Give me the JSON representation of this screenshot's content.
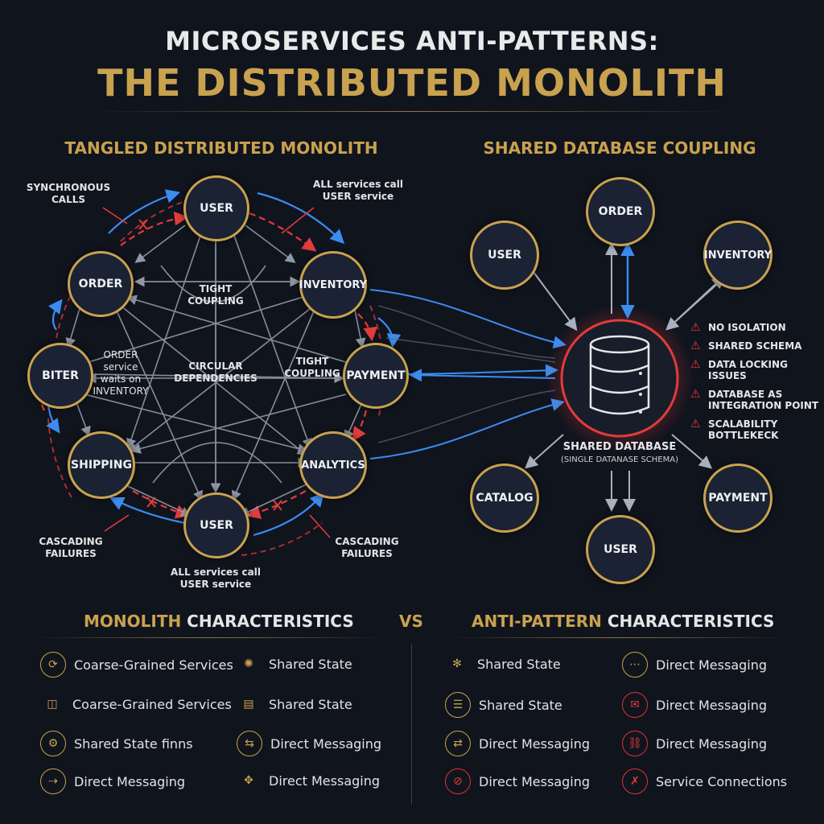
{
  "header": {
    "title_line1": "MICROSERVICES ANTI-PATTERNS:",
    "title_line2": "THE DISTRIBUTED MONOLITH"
  },
  "left_diagram": {
    "title": "TANGLED DISTRIBUTED MONOLITH",
    "nodes": {
      "user_top": "USER",
      "order": "ORDER",
      "inventory": "INVENTORY",
      "biter": "BITER",
      "payment": "PAYMENT",
      "shipping": "SHIPPING",
      "analytics": "ANALYTICS",
      "user_bottom": "USER"
    },
    "annotations": {
      "sync_calls": "SYNCHRONOUS\nCALLS",
      "all_call_top_a": "ALL services call",
      "all_call_top_b": "USER service",
      "tight_coupling_center": "TIGHT\nCOUPLING",
      "order_waits": "ORDER\nservice\nwaits on\nINVENTORY",
      "circular": "CIRCULAR\nDEPENDENCIES",
      "tight_coupling_right": "TIGHT\nCOUPLING",
      "cascading_left": "CASCADING\nFAILURES",
      "cascading_right": "CASCADING\nFAILURES",
      "all_call_bottom_a": "ALL services call",
      "all_call_bottom_b": "USER service"
    }
  },
  "right_diagram": {
    "title": "SHARED DATABASE COUPLING",
    "nodes": {
      "order": "ORDER",
      "user": "USER",
      "inventory": "INVENTORY",
      "catalog": "CATALOG",
      "payment": "PAYMENT",
      "user_bottom": "USER"
    },
    "db_label": "SHARED DATABASE",
    "db_sub": "(SINGLE DATANASE SCHEMA)",
    "warnings": [
      "NO ISOLATION",
      "SHARED SCHEMA",
      "DATA LOCKING\nISSUES",
      "DATABASE AS\nINTEGRATION POINT",
      "SCALABILITY\nBOTTLEKECK"
    ]
  },
  "bottom": {
    "left_head_gold": "MONOLITH",
    "left_head_light": " CHARACTERISTICS",
    "vs": "VS",
    "right_head_gold": "ANTI-PATTERN",
    "right_head_light": " CHARACTERISTICS",
    "left_items": [
      {
        "label": "Coarse-Grained Services",
        "icon": "gear-cycle-icon"
      },
      {
        "label": "Shared State",
        "icon": "network-hub-icon"
      },
      {
        "label": "Coarse-Grained Services",
        "icon": "hierarchy-icon"
      },
      {
        "label": "Shared State",
        "icon": "documents-icon"
      },
      {
        "label": "Shared State finns",
        "icon": "gear-icon"
      },
      {
        "label": "Direct Messaging",
        "icon": "exchange-icon"
      },
      {
        "label": "Direct Messaging",
        "icon": "arrows-in-icon"
      },
      {
        "label": "Direct Messaging",
        "icon": "move-icon"
      }
    ],
    "right_items": [
      {
        "label": "Shared State",
        "icon": "network-icon"
      },
      {
        "label": "Direct Messaging",
        "icon": "chat-icon"
      },
      {
        "label": "Shared State",
        "icon": "database-icon"
      },
      {
        "label": "Direct Messaging",
        "icon": "blocked-mail-icon"
      },
      {
        "label": "Direct Messaging",
        "icon": "swap-icon"
      },
      {
        "label": "Direct Messaging",
        "icon": "broken-link-icon"
      },
      {
        "label": "Direct Messaging",
        "icon": "no-network-icon"
      },
      {
        "label": "Service Connections",
        "icon": "disconnected-icon"
      }
    ]
  }
}
